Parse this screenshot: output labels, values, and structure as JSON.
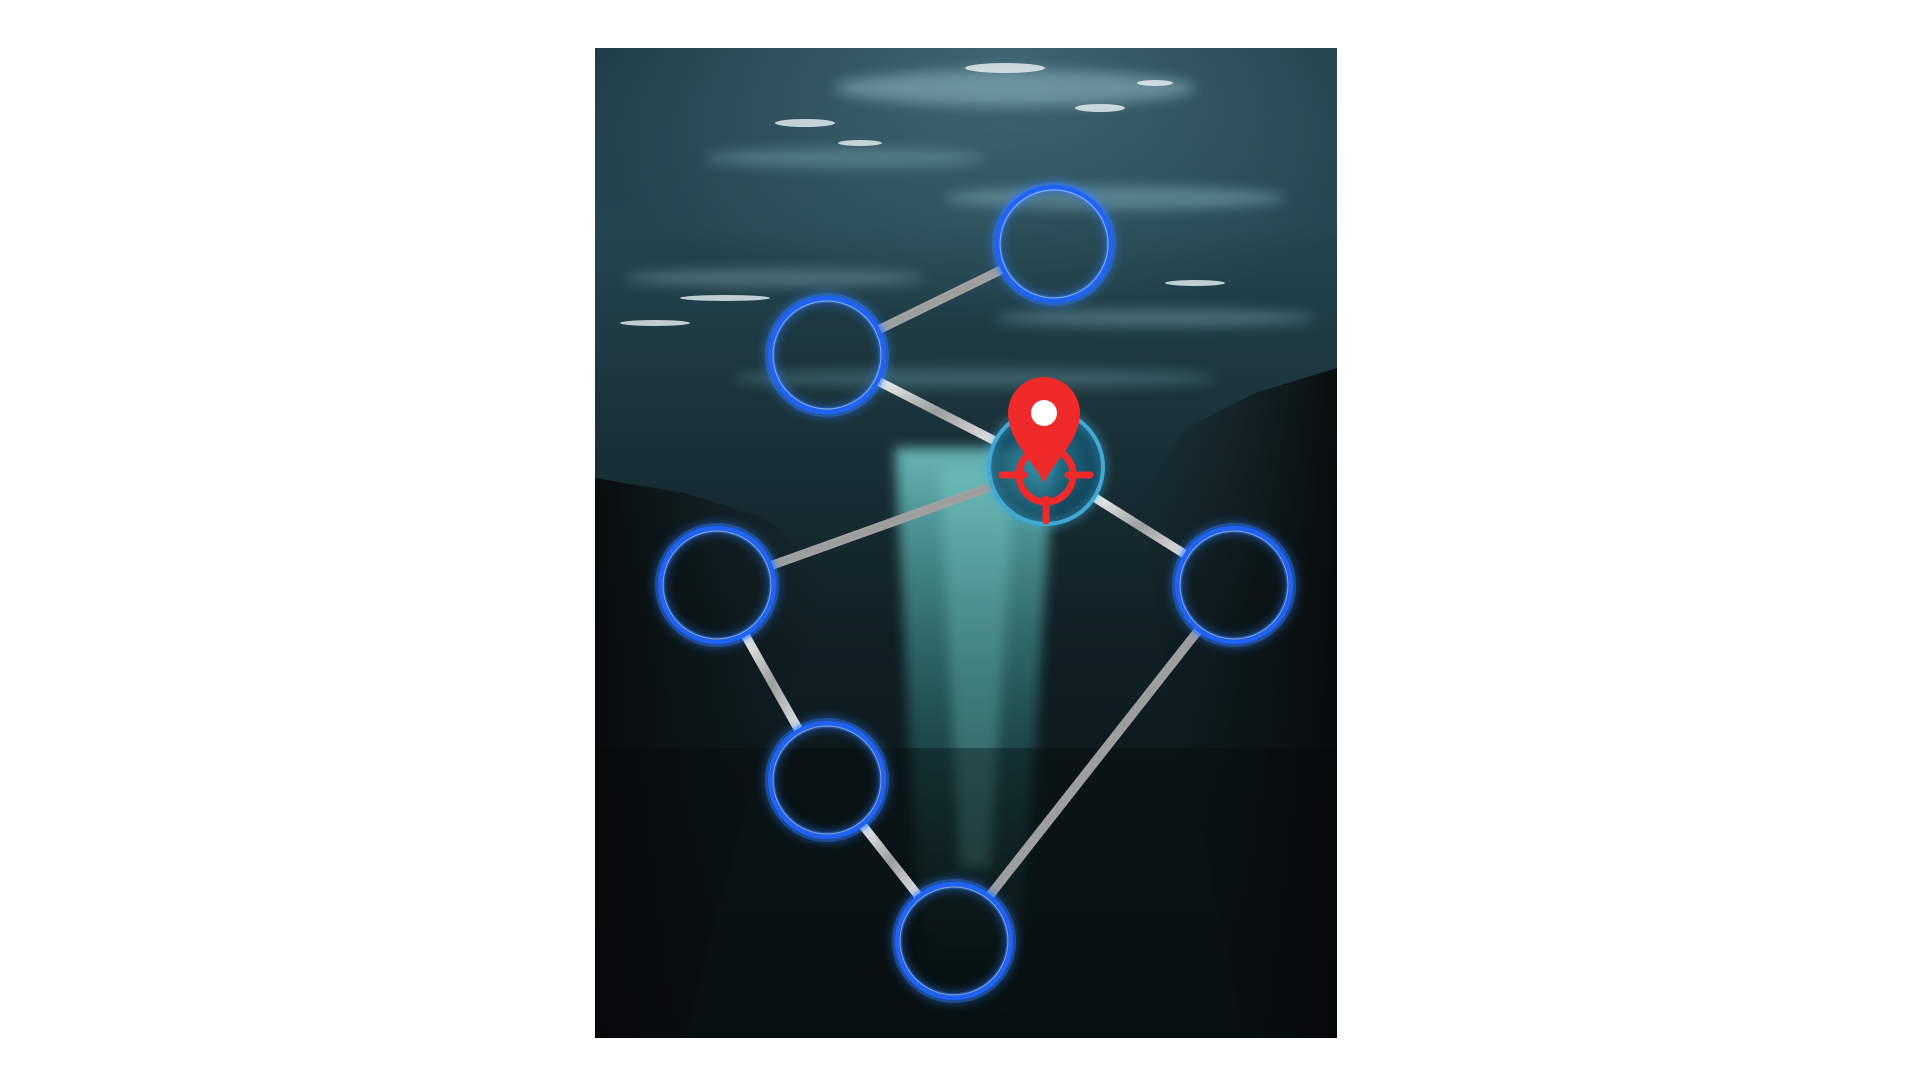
{
  "game": {
    "scene": "underwater-trench-map",
    "colors": {
      "node_ring": "#1e63ff",
      "node_glow": "#2f7bff",
      "path": "#d4d4d4",
      "marker": "#f02a2a",
      "water_deep": "#0b1418",
      "water_mid": "#16323b",
      "light_beam": "#4fb3b0"
    },
    "current_node": "n3",
    "nodes": [
      {
        "id": "n1",
        "state": "locked"
      },
      {
        "id": "n2",
        "state": "locked"
      },
      {
        "id": "n3",
        "state": "current"
      },
      {
        "id": "n4",
        "state": "locked"
      },
      {
        "id": "n5",
        "state": "locked"
      },
      {
        "id": "n6",
        "state": "locked"
      },
      {
        "id": "n7",
        "state": "locked"
      }
    ],
    "edges": [
      [
        "n1",
        "n2"
      ],
      [
        "n2",
        "n3"
      ],
      [
        "n3",
        "n4"
      ],
      [
        "n3",
        "n5"
      ],
      [
        "n4",
        "n6"
      ],
      [
        "n6",
        "n7"
      ],
      [
        "n5",
        "n7"
      ]
    ],
    "marker_icon": "location-pin-crosshair-icon"
  }
}
